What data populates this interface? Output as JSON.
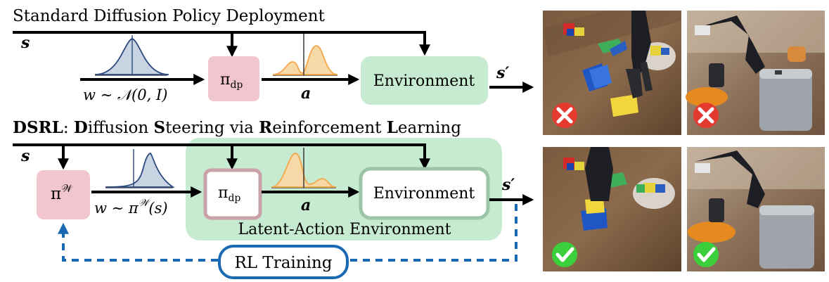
{
  "top": {
    "title": "Standard Diffusion Policy Deployment",
    "state": "s",
    "noise_label": "w ∼ 𝒩(0, I)",
    "policy": "π",
    "policy_sub": "dp",
    "action": "a",
    "environment": "Environment",
    "next_state": "s′"
  },
  "bottom": {
    "title": {
      "prefix": "DSRL",
      "sep": ": ",
      "w1": {
        "initial": "D",
        "rest": "iffusion "
      },
      "w2": {
        "initial": "S",
        "rest": "teering via "
      },
      "w3": {
        "initial": "R",
        "rest": "einforcement "
      },
      "w4": {
        "initial": "L",
        "rest": "earning"
      }
    },
    "state": "s",
    "latent_policy": "π",
    "latent_policy_sup": "𝒲",
    "noise_label": "w ∼ π",
    "noise_label_sup": "𝒲",
    "noise_label_suffix": "(s)",
    "policy": "π",
    "policy_sub": "dp",
    "action": "a",
    "environment": "Environment",
    "next_state": "s′",
    "latent_env_label": "Latent-Action Environment",
    "rl_training": "RL Training"
  },
  "colors": {
    "pink": "#f2c6cf",
    "green": "#c7ebd0",
    "blue": "#1a6ab3",
    "orange": "#f3a64a",
    "navy": "#2b4a7d",
    "fail": "#e53a2f",
    "success": "#3ccf3c"
  },
  "icons": [
    "fail-x-icon",
    "success-check-icon"
  ]
}
